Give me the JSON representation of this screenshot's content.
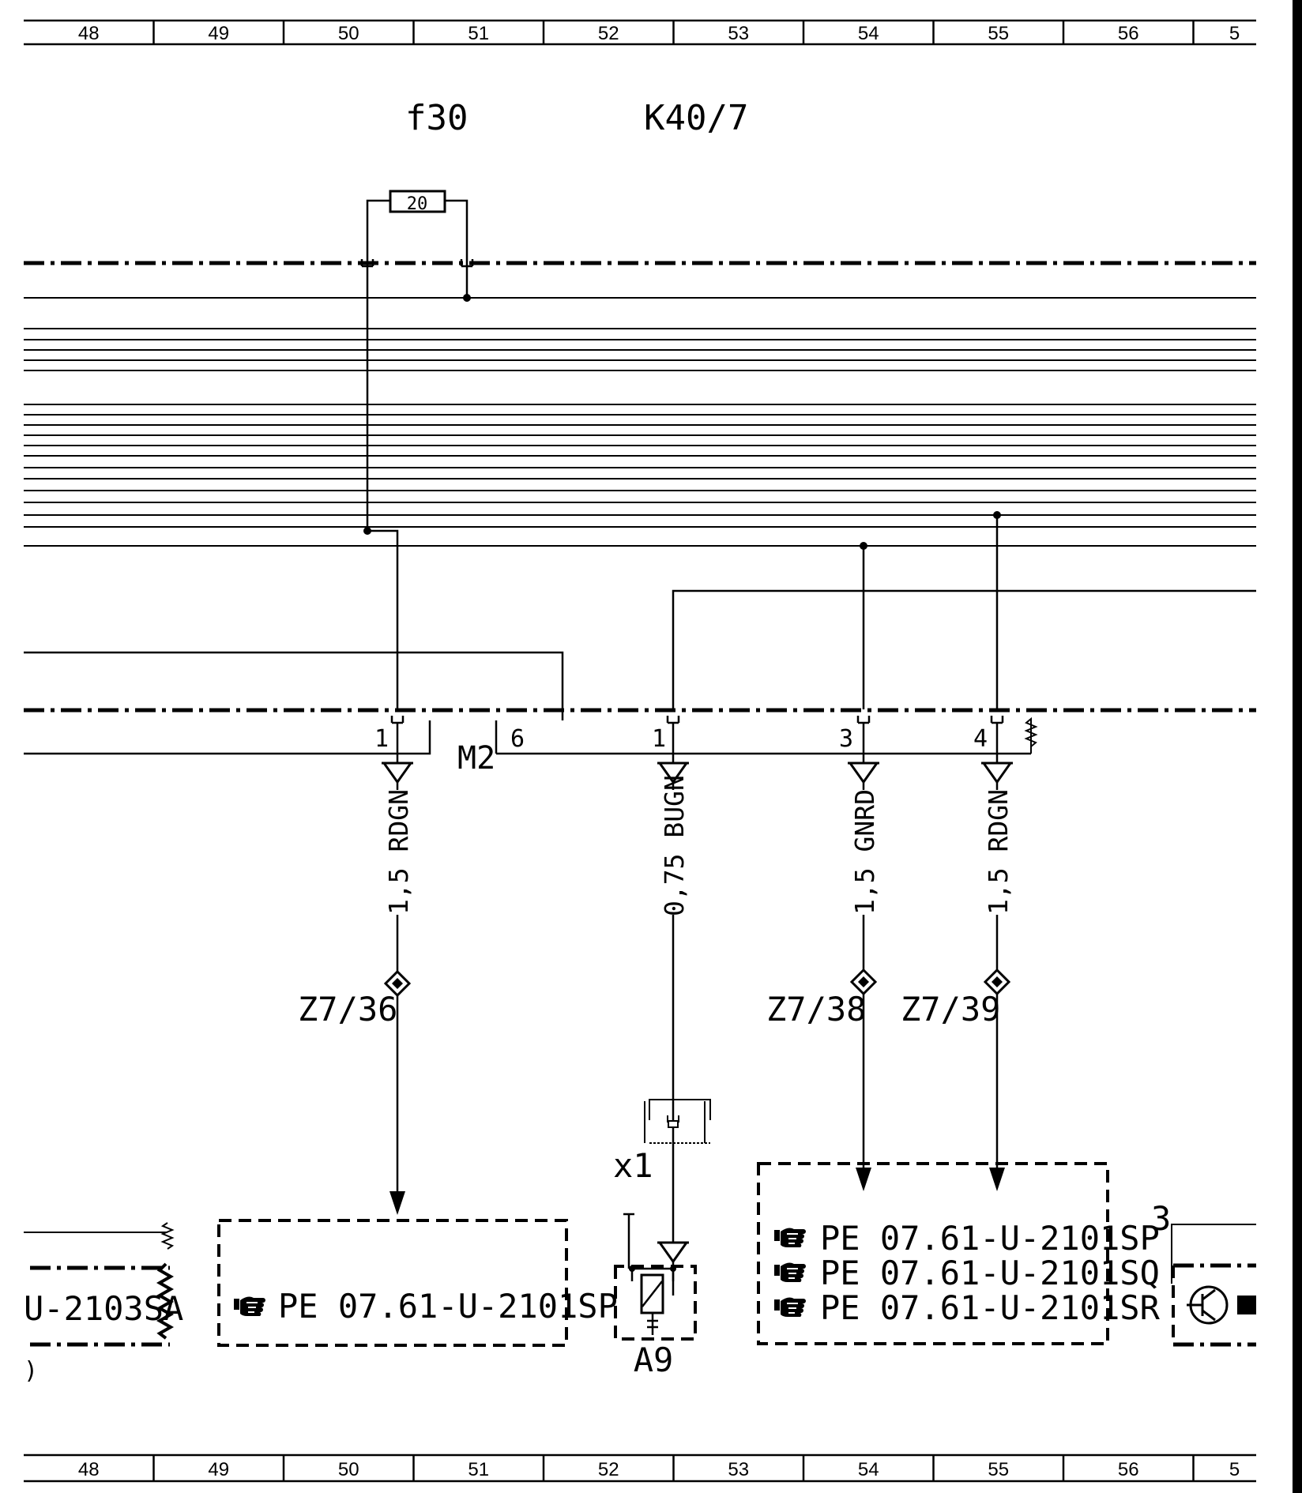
{
  "ruler": {
    "columns": [
      "48",
      "49",
      "50",
      "51",
      "52",
      "53",
      "54",
      "55",
      "56",
      "5"
    ]
  },
  "components": {
    "fuse_id": "f30",
    "fuse_rating": "20",
    "relay_id": "K40/7",
    "ground_id": "M2",
    "connector_id": "x1",
    "module_id": "A9",
    "right_pin": "3"
  },
  "pins": [
    {
      "label": "1"
    },
    {
      "label": "6"
    },
    {
      "label": "1"
    },
    {
      "label": "3"
    },
    {
      "label": "4"
    }
  ],
  "wires": [
    {
      "label": "1,5 RDGN"
    },
    {
      "label": "0,75 BUGN"
    },
    {
      "label": "1,5 GNRD"
    },
    {
      "label": "1,5 RDGN"
    }
  ],
  "splices": [
    "Z7/36",
    "Z7/38",
    "Z7/39"
  ],
  "references": {
    "left_partial": "U-2103SA",
    "left_partial_edge": ")",
    "box1": [
      "PE  07.61-U-2101SP"
    ],
    "box2": [
      "PE  07.61-U-2101SP",
      "PE  07.61-U-2101SQ",
      "PE  07.61-U-2101SR"
    ]
  },
  "colors": {
    "ink": "#000000",
    "paper": "#ffffff"
  },
  "icons": [
    "pointing-hand-icon",
    "transistor-icon",
    "diode-arrow-icon",
    "splice-diamond-icon"
  ]
}
